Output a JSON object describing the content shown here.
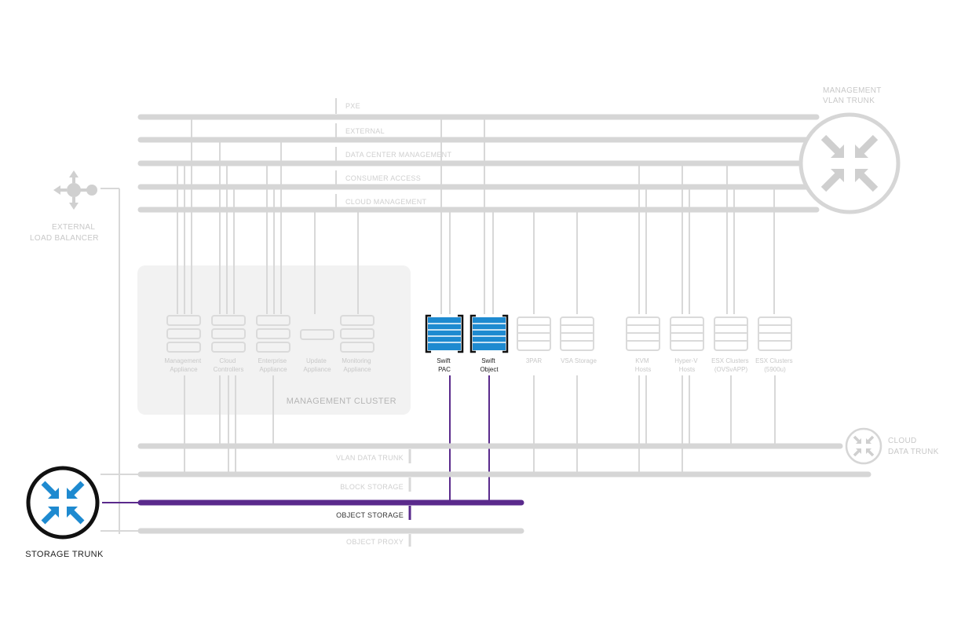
{
  "colors": {
    "inactive": "#d6d6d6",
    "inactive_text": "#cccccc",
    "accent": "#5a2a8c",
    "server_blue": "#1e8ad0",
    "dark": "#111111"
  },
  "networks": {
    "pxe": "PXE",
    "external": "EXTERNAL",
    "data_center_management": "DATA CENTER MANAGEMENT",
    "consumer_access": "CONSUMER ACCESS",
    "cloud_management": "CLOUD MANAGEMENT",
    "vlan_data_trunk": "VLAN DATA TRUNK",
    "block_storage": "BLOCK STORAGE",
    "object_storage": "OBJECT STORAGE",
    "object_proxy": "OBJECT PROXY"
  },
  "devices": {
    "management_vlan_trunk": [
      "MANAGEMENT",
      "VLAN TRUNK"
    ],
    "external_load_balancer": [
      "EXTERNAL",
      "LOAD BALANCER"
    ],
    "cloud_data_trunk": [
      "CLOUD",
      "DATA TRUNK"
    ],
    "storage_trunk": "STORAGE TRUNK",
    "management_cluster": "MANAGEMENT CLUSTER"
  },
  "nodes": {
    "management_appliance": [
      "Management",
      "Appliance"
    ],
    "cloud_controllers": [
      "Cloud",
      "Controllers"
    ],
    "enterprise_appliance": [
      "Enterprise",
      "Appliance"
    ],
    "update_appliance": [
      "Update",
      "Appliance"
    ],
    "monitoring_appliance": [
      "Monitoring",
      "Appliance"
    ],
    "swift_pac": [
      "Swift",
      "PAC"
    ],
    "swift_object": [
      "Swift",
      "Object"
    ],
    "threepar": [
      "3PAR"
    ],
    "vsa_storage": [
      "VSA Storage"
    ],
    "kvm_hosts": [
      "KVM",
      "Hosts"
    ],
    "hyperv_hosts": [
      "Hyper-V",
      "Hosts"
    ],
    "esx_clusters_ovsvapp": [
      "ESX Clusters",
      "(OVSvAPP)"
    ],
    "esx_clusters_5900u": [
      "ESX Clusters",
      "(5900u)"
    ]
  }
}
